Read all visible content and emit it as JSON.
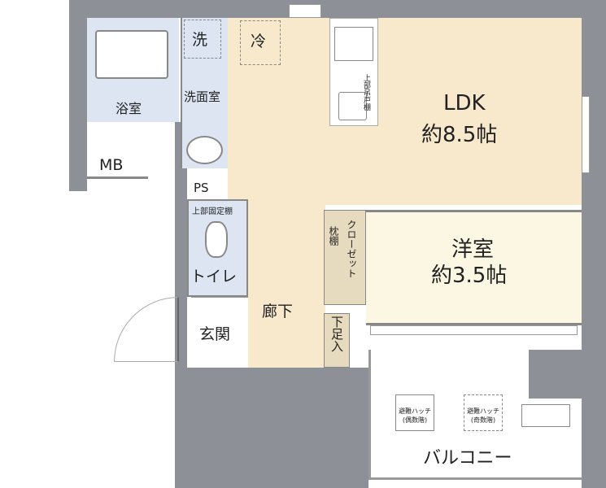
{
  "rooms": {
    "ldk": {
      "name": "LDK",
      "size": "約8.5帖"
    },
    "western": {
      "name": "洋室",
      "size": "約3.5帖"
    },
    "bath": "浴室",
    "washroom": "洗面室",
    "washer": "洗",
    "fridge": "冷",
    "mb": "MB",
    "ps": "PS",
    "toilet": "トイレ",
    "toilet_shelf": "上部固定棚",
    "entrance": "玄関",
    "hallway": "廊下",
    "shoe_cabinet": "下足入",
    "pillow_shelf": "枕棚",
    "closet": "クローゼット",
    "kitchen_cabinet": "上部吊戸棚",
    "balcony": "バルコニー",
    "hatch_even": "避難ハッチ(偶数階)",
    "hatch_odd": "避難ハッチ(奇数階)"
  },
  "colors": {
    "wall": "#8e9098",
    "ldk": "#f8e9cd",
    "western": "#fbf7e2",
    "wet": "#dde5f3",
    "closet": "#e6dbbf"
  }
}
